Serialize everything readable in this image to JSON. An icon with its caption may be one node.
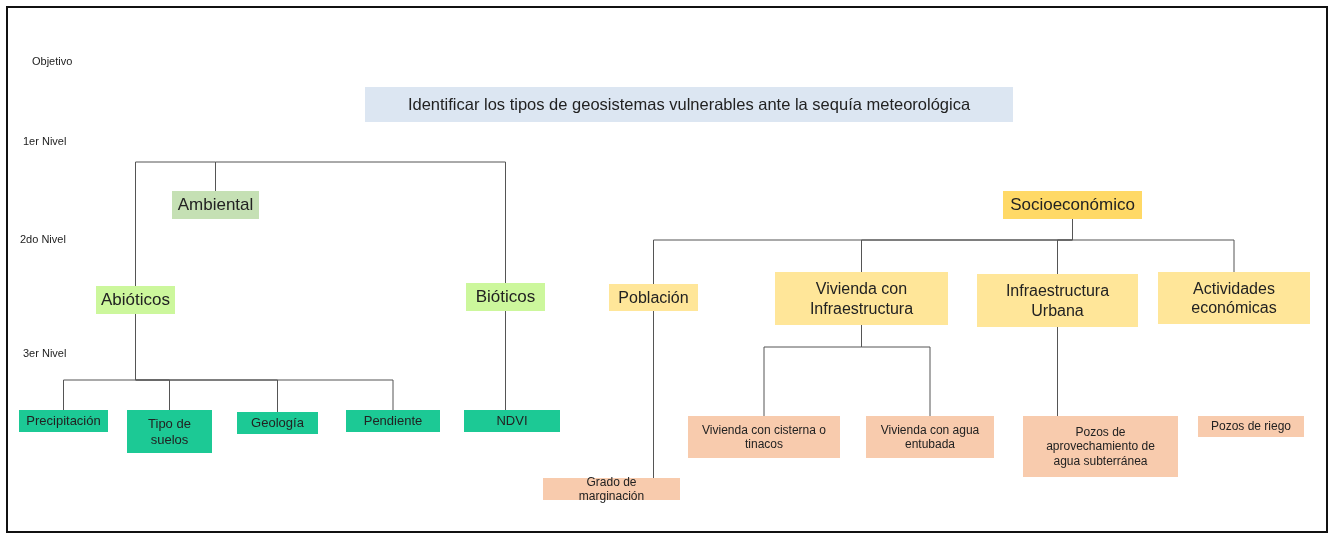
{
  "diagram": {
    "title": "Identificar los tipos de geosistemas vulnerables ante la sequía meteorológica",
    "nodes": [
      {
        "text": [
          "Ambiental"
        ]
      },
      {
        "text": [
          "Socioeconómico"
        ]
      },
      {
        "text": [
          "Abióticos"
        ]
      },
      {
        "text": [
          "Bióticos"
        ]
      },
      {
        "text": [
          "Población"
        ]
      },
      {
        "text": [
          "Vivienda con Infraestructura"
        ]
      },
      {
        "text": [
          "Infraestructura Urbana"
        ]
      },
      {
        "text": [
          "Actividades económicas"
        ]
      },
      {
        "text": [
          "Precipitación"
        ]
      },
      {
        "text": [
          "Tipo de suelos"
        ]
      },
      {
        "text": [
          "Geología"
        ]
      },
      {
        "text": [
          "Pendiente"
        ]
      },
      {
        "text": [
          "NDVI"
        ]
      },
      {
        "text": [
          "Vivienda con cisterna o tinacos"
        ]
      },
      {
        "text": [
          "Vivienda con agua entubada"
        ]
      },
      {
        "text": [
          "Pozos de aprovechamiento de agua subterránea"
        ]
      },
      {
        "text": [
          "Pozos de riego"
        ]
      },
      {
        "text": [
          "Grado de marginación"
        ]
      }
    ],
    "edges": [
      {
        "from": 0,
        "to": 2,
        "arrow": "none"
      },
      {
        "from": 0,
        "to": 3,
        "arrow": "none"
      },
      {
        "from": 1,
        "to": 4,
        "arrow": "none"
      },
      {
        "from": 1,
        "to": 5,
        "arrow": "none"
      },
      {
        "from": 1,
        "to": 6,
        "arrow": "none"
      },
      {
        "from": 1,
        "to": 7,
        "arrow": "none"
      },
      {
        "from": 2,
        "to": 8,
        "arrow": "none"
      },
      {
        "from": 2,
        "to": 9,
        "arrow": "none"
      },
      {
        "from": 2,
        "to": 10,
        "arrow": "none"
      },
      {
        "from": 2,
        "to": 11,
        "arrow": "none"
      },
      {
        "from": 3,
        "to": 12,
        "arrow": "none"
      },
      {
        "from": 5,
        "to": 13,
        "arrow": "none"
      },
      {
        "from": 5,
        "to": 14,
        "arrow": "none"
      },
      {
        "from": 6,
        "to": 15,
        "arrow": "none"
      },
      {
        "from": 4,
        "to": 17,
        "arrow": "none"
      }
    ],
    "labels": [
      "Objetivo",
      "1er Nivel",
      "2do Nivel",
      "3er Nivel"
    ]
  }
}
